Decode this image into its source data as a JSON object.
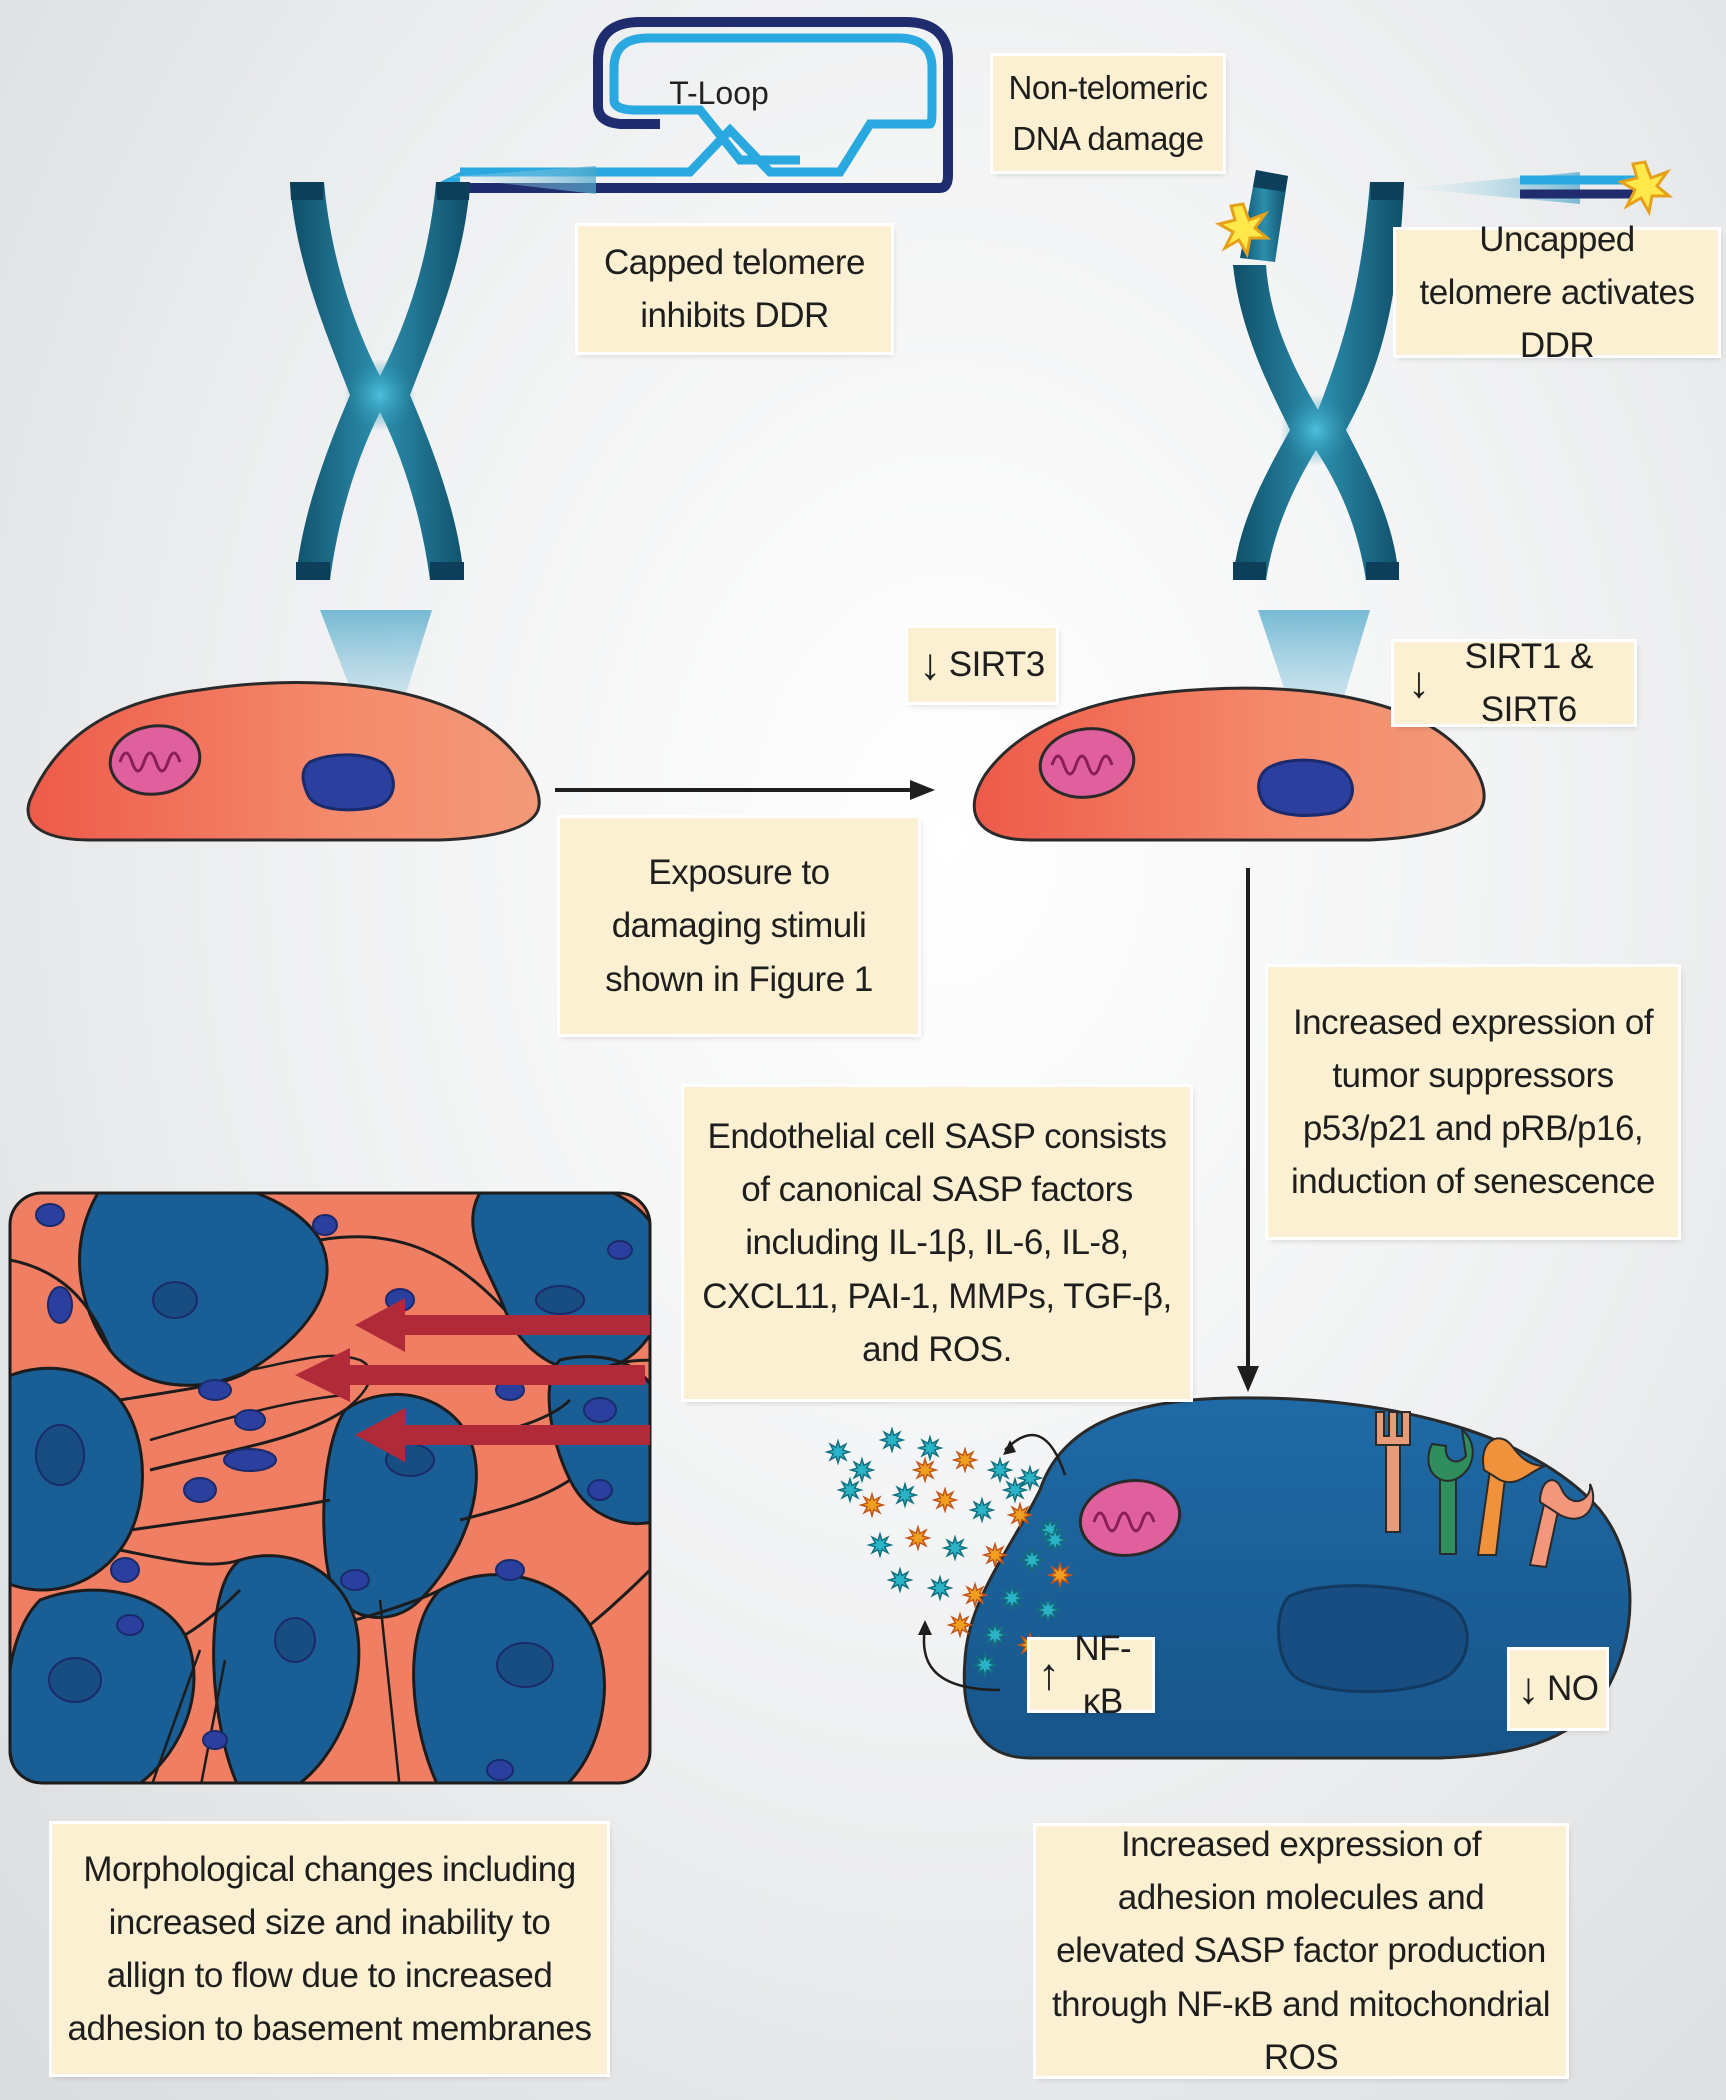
{
  "labels": {
    "tloop": "T-Loop",
    "capped": "Capped telomere inhibits DDR",
    "non_telomeric": "Non-telomeric DNA damage",
    "uncapped": "Uncapped telomere activates DDR",
    "sirt3": "SIRT3",
    "sirt1_6": "SIRT1 & SIRT6",
    "exposure": "Exposure to damaging stimuli shown in Figure 1",
    "tumor_suppressors": "Increased expression of tumor suppressors p53/p21 and pRB/p16, induction of senescence",
    "sasp": "Endothelial cell SASP consists of canonical SASP factors including IL-1β, IL-6, IL-8, CXCL11, PAI-1, MMPs, TGF-β, and ROS.",
    "nfkb": "NF-κB",
    "no": "NO",
    "morphology": "Morphological changes including increased size and inability to allign to flow due to increased adhesion to basement membranes",
    "adhesion": "Increased expression of adhesion molecules and elevated SASP factor production through NF-κB and mitochondrial ROS"
  },
  "arrows": {
    "down": "↓",
    "up": "↑"
  },
  "colors": {
    "chromosome": "#1d6d8a",
    "cell_healthy": "#f08060",
    "cell_senescent": "#1a5e96",
    "nucleus": "#2b3f9e",
    "mitochondria": "#e0609e",
    "label_fill": "#fcf0d2",
    "flow_arrow": "#b02a3a"
  }
}
